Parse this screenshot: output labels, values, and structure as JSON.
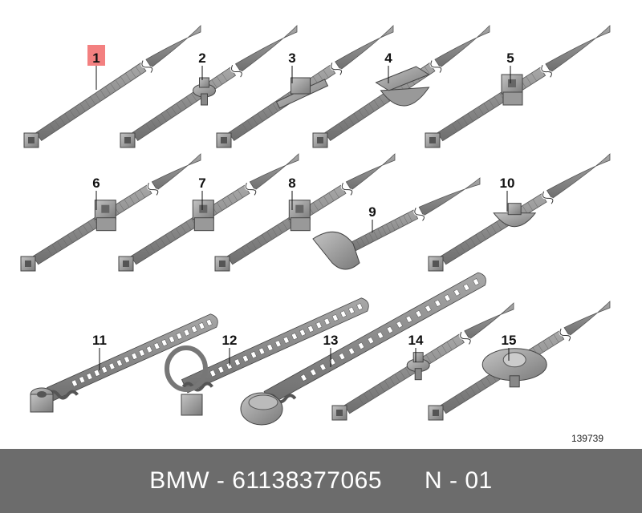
{
  "diagram": {
    "reference_number": "139739",
    "highlight_color": "#f06060",
    "part_color": "#8a8a8a",
    "parts": [
      {
        "label": "1",
        "type": "plain"
      },
      {
        "label": "2",
        "type": "clip-bolt"
      },
      {
        "label": "3",
        "type": "clip-bracket"
      },
      {
        "label": "4",
        "type": "base-mount"
      },
      {
        "label": "5",
        "type": "edge-clip"
      },
      {
        "label": "6",
        "type": "edge-clip"
      },
      {
        "label": "7",
        "type": "edge-clip"
      },
      {
        "label": "8",
        "type": "edge-clip"
      },
      {
        "label": "9",
        "type": "hose-clip"
      },
      {
        "label": "10",
        "type": "disc-clip"
      },
      {
        "label": "11",
        "type": "ladder-pin"
      },
      {
        "label": "12",
        "type": "ladder-loop"
      },
      {
        "label": "13",
        "type": "ladder-disc"
      },
      {
        "label": "14",
        "type": "clip-bolt"
      },
      {
        "label": "15",
        "type": "disc-large"
      }
    ]
  },
  "footer": {
    "text": "BMW - 61138377065      N - 01"
  }
}
